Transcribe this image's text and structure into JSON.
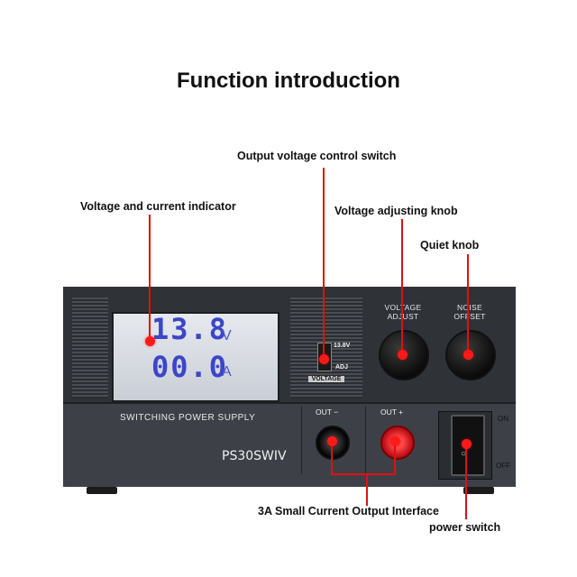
{
  "title": "Function introduction",
  "callouts": {
    "output_switch": "Output voltage control switch",
    "indicator": "Voltage and current indicator",
    "voltage_knob": "Voltage adjusting knob",
    "quiet_knob": "Quiet knob",
    "small_output": "3A Small Current Output Interface",
    "power_switch": "power switch"
  },
  "device": {
    "display_voltage": "13.8",
    "voltage_unit": "V",
    "display_current": "00.0",
    "current_unit": "A",
    "switch_top": "13.8V",
    "switch_bottom": "ADJ",
    "switch_caption": "VOLTAGE",
    "voltage_adjust_line1": "VOLTAGE",
    "voltage_adjust_line2": "ADJUST",
    "noise_offset_line1": "NOISE",
    "noise_offset_line2": "OFFSET",
    "brand_text": "SWITCHING POWER SUPPLY",
    "model": "PS30SWIV",
    "out_minus": "OUT −",
    "out_plus": "OUT +",
    "on_label": "ON",
    "off_label": "OFF"
  },
  "colors": {
    "accent": "#e01010",
    "lcd_digits": "#3b46c7",
    "terminal_red": "#c8141c"
  }
}
